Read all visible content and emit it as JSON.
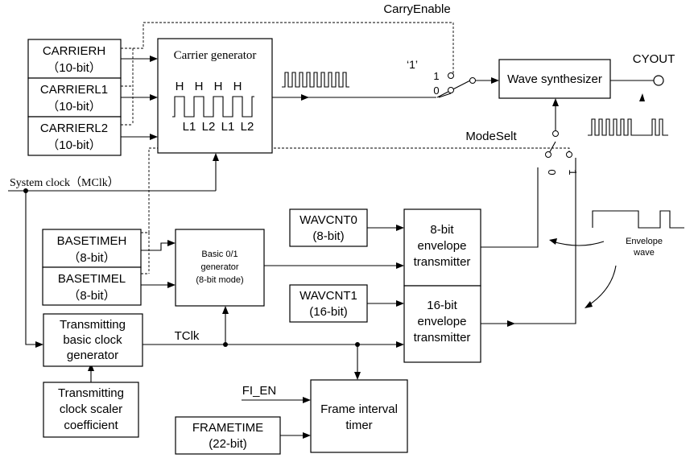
{
  "labels": {
    "carry_enable": "CarryEnable",
    "cyout": "CYOUT",
    "mode_selt": "ModeSelt",
    "system_clock": "System clock（MClk）",
    "tclk": "TClk",
    "fi_en": "FI_EN",
    "switch_const": "‘1’",
    "switch_in1": "1",
    "switch_in0": "0",
    "mode_sw0": "0",
    "mode_sw1": "1",
    "envelope_wave_line1": "Envelope",
    "envelope_wave_line2": "wave"
  },
  "registers": {
    "carrierh": {
      "name": "CARRIERH",
      "width": "（10-bit）"
    },
    "carrierl1": {
      "name": "CARRIERL1",
      "width": "（10-bit）"
    },
    "carrierl2": {
      "name": "CARRIERL2",
      "width": "（10-bit）"
    },
    "basetimeh": {
      "name": "BASETIMEH",
      "width": "（8-bit）"
    },
    "basetimel": {
      "name": "BASETIMEL",
      "width": "（8-bit）"
    },
    "wavcnt0": {
      "name": "WAVCNT0",
      "width": "(8-bit)"
    },
    "wavcnt1": {
      "name": "WAVCNT1",
      "width": "(16-bit)"
    },
    "frametime": {
      "name": "FRAMETIME",
      "width": "(22-bit)"
    }
  },
  "blocks": {
    "carrier_generator": {
      "title": "Carrier generator",
      "high_labels": [
        "H",
        "H",
        "H",
        "H"
      ],
      "low_labels": [
        "L1",
        "L2",
        "L1",
        "L2"
      ]
    },
    "wave_synthesizer": "Wave synthesizer",
    "basic_generator": [
      "Basic 0/1",
      "generator",
      "(8-bit mode)"
    ],
    "envelope8": [
      "8-bit",
      "envelope",
      "transmitter"
    ],
    "envelope16": [
      "16-bit",
      "envelope",
      "transmitter"
    ],
    "tx_basic_clock": [
      "Transmitting",
      "basic clock",
      "generator"
    ],
    "tx_scaler": [
      "Transmitting",
      "clock  scaler",
      "coefficient"
    ],
    "frame_timer": [
      "Frame interval",
      "timer"
    ]
  }
}
